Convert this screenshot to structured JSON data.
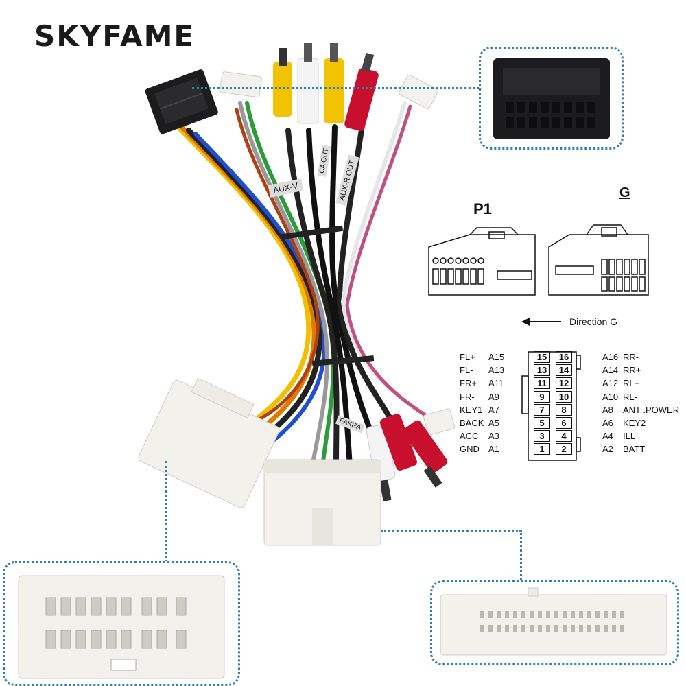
{
  "brand": "SKYFAME",
  "harness": {
    "tags": [
      "AUX-V",
      "AUX-R OUT",
      "CA OUT",
      "FAKRA"
    ]
  },
  "p1_label": "P1",
  "g_label": "G",
  "direction_label": "Direction G",
  "pinout": {
    "left": [
      {
        "fn": "FL+",
        "pin": "A15",
        "num": "15"
      },
      {
        "fn": "FL-",
        "pin": "A13",
        "num": "13"
      },
      {
        "fn": "FR+",
        "pin": "A11",
        "num": "11"
      },
      {
        "fn": "FR-",
        "pin": "A9",
        "num": "9"
      },
      {
        "fn": "KEY1",
        "pin": "A7",
        "num": "7"
      },
      {
        "fn": "BACK",
        "pin": "A5",
        "num": "5"
      },
      {
        "fn": "ACC",
        "pin": "A3",
        "num": "3"
      },
      {
        "fn": "GND",
        "pin": "A1",
        "num": "1"
      }
    ],
    "right": [
      {
        "fn": "RR-",
        "pin": "A16",
        "num": "16"
      },
      {
        "fn": "RR+",
        "pin": "A14",
        "num": "14"
      },
      {
        "fn": "RL+",
        "pin": "A12",
        "num": "12"
      },
      {
        "fn": "RL-",
        "pin": "A10",
        "num": "10"
      },
      {
        "fn": "ANT .POWER",
        "pin": "A8",
        "num": "8"
      },
      {
        "fn": "KEY2",
        "pin": "A6",
        "num": "6"
      },
      {
        "fn": "ILL",
        "pin": "A4",
        "num": "4"
      },
      {
        "fn": "BATT",
        "pin": "A2",
        "num": "2"
      }
    ]
  },
  "colors": {
    "accent": "#2f7fb0",
    "rca_yellow": "#f2c300",
    "rca_red": "#c8102e",
    "rca_white": "#f4f4f4",
    "connector_black": "#1c1c1e",
    "connector_white": "#f3f1ec"
  }
}
